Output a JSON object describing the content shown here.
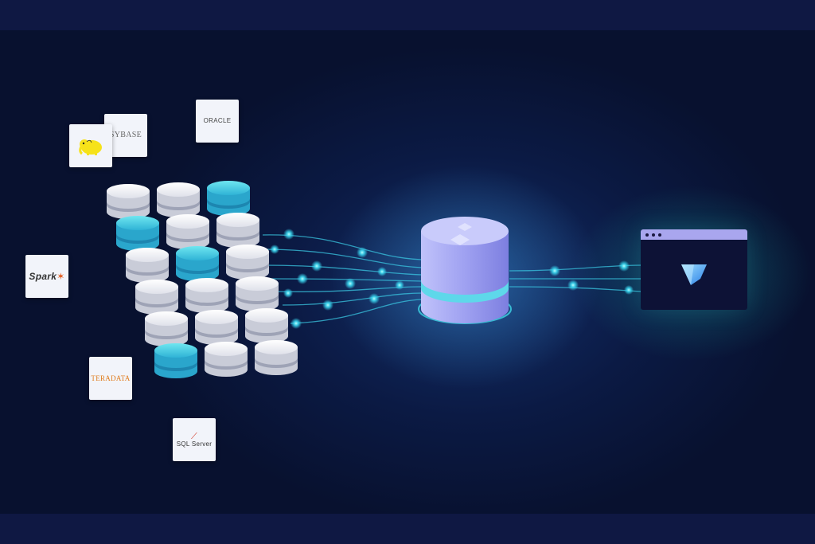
{
  "colors": {
    "background": "#0b1a44",
    "flow_line": "#39c6e0",
    "db_white_top": "#f4f4f8",
    "db_teal_top": "#4fd0e4",
    "hub_body": "#9a9bf2",
    "window_titlebar": "#a9a6ee",
    "gem": "#4db6ff"
  },
  "sources": {
    "oracle": {
      "label": "ORACLE",
      "icon": "oracle-logo"
    },
    "sybase": {
      "label": "SYBASE",
      "icon": "sybase-logo"
    },
    "hadoop": {
      "icon": "hadoop-elephant-icon"
    },
    "spark": {
      "label": "Spark",
      "icon": "spark-star-icon"
    },
    "teradata": {
      "label": "TERADATA",
      "icon": "teradata-logo"
    },
    "sqlserver": {
      "label": "SQL Server",
      "icon": "sql-server-logo"
    }
  },
  "database_grid": {
    "columns": 3,
    "teal_positions": [
      "col3-row1",
      "col1-row2",
      "col2-row3",
      "col1-row6"
    ]
  },
  "hub": {
    "icon": "central-database-icon"
  },
  "destination": {
    "icon": "gem-icon",
    "window_dots": 3
  }
}
